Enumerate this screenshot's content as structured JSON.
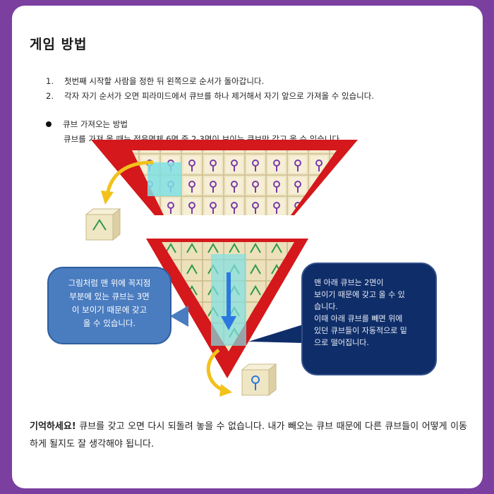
{
  "title": "게임 방법",
  "steps": [
    {
      "num": "1.",
      "text": "첫번째 시작할 사람을 정한 뒤 왼쪽으로 순서가 돌아갑니다."
    },
    {
      "num": "2.",
      "text": "각자 자기 순서가 오면 피라미드에서 큐브를 하나 제거해서 자기 앞으로 가져올 수 있습니다."
    }
  ],
  "bullet": {
    "heading": "큐브 가져오는 방법",
    "description": "큐브를 가져 올 때는  정육면체 6면 중 2-3면이 보이는 큐브만 갖고 올 수 있습니다."
  },
  "callouts": {
    "left": [
      "그림처럼 맨 위에 꼭지점",
      "부분에 있는 큐브는 3면",
      "이 보이기 때문에 갖고",
      "올 수 있습니다."
    ],
    "right": [
      "맨 아래 큐브는 2면이",
      "보이기 때문에 갖고 올 수 있",
      "습니다.",
      "이때 아래 큐브를 빼면 위에",
      "있던 큐브들이 자동적으로 밑",
      "으로 떨어집니다."
    ]
  },
  "remember": {
    "bold": "기억하세요!",
    "text": " 큐브를 갖고 오면 다시 되돌려 놓을 수 없습니다. 내가 빼오는 큐브 때문에 다른 큐브들이 어떻게 이동하게 될지도 잘 생각해야 됩니다."
  },
  "colors": {
    "frame": "#7b3fa0",
    "pyramid_red": "#d4181c",
    "cube_face": "#efe6c4",
    "highlight": "#7fe0e4",
    "arrow_yellow": "#f2c21a",
    "arrow_blue": "#2a78e0",
    "bubble_left": "#4a7cc0",
    "bubble_right": "#0f2e69"
  },
  "icons": [
    "arrow-curve-left-icon",
    "arrow-curve-down-icon",
    "arrow-down-icon",
    "bullet-dot-icon"
  ]
}
